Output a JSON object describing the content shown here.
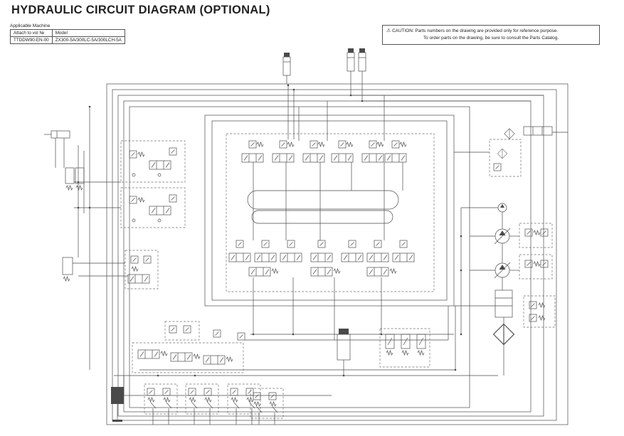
{
  "title": "HYDRAULIC CIRCUIT DIAGRAM (OPTIONAL)",
  "applicable_machine": {
    "caption": "Applicable Machine",
    "col_attach": "Attach to vol №",
    "col_model": "Model",
    "attach_value": "TTDDW90-EN-00",
    "model_value": "ZX300-5A/300LC-5A/300LCH-5A"
  },
  "caution": {
    "icon": "⚠",
    "line1": "CAUTION: Parts numbers on the drawing are provided only for reference purpose.",
    "line2": "To order parts on the drawing, be sure to consult the Parts Catalog."
  }
}
